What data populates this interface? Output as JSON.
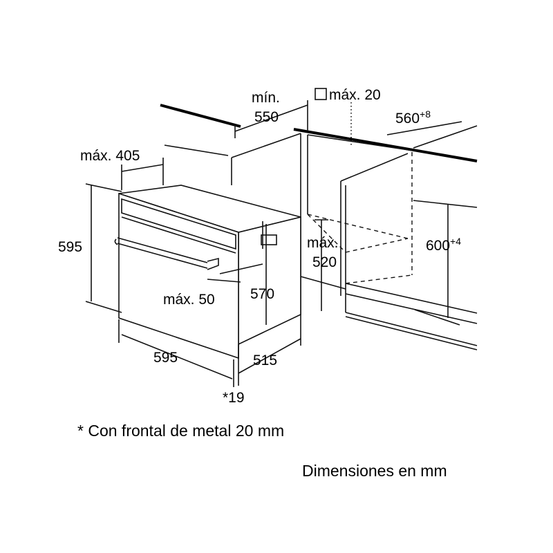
{
  "dimensions": {
    "min_label": "mín.",
    "depth_550": "550",
    "max_20": "máx. 20",
    "width_560": "560",
    "width_560_tol": "+8",
    "max_405": "máx. 405",
    "height_595": "595",
    "max_label": "máx.",
    "depth_520": "520",
    "height_600": "600",
    "height_600_tol": "+4",
    "max_50": "máx. 50",
    "height_570": "570",
    "width_595": "595",
    "depth_515": "515",
    "front_19": "*19"
  },
  "notes": {
    "metal_front": "* Con frontal de metal 20 mm",
    "units": "Dimensiones en mm"
  },
  "colors": {
    "line": "#111111",
    "background": "#ffffff"
  }
}
